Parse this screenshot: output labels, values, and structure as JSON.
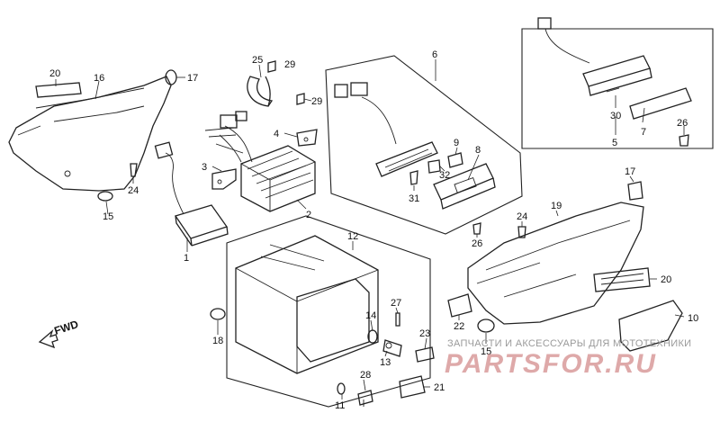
{
  "diagram": {
    "callouts": {
      "c1": "1",
      "c2": "2",
      "c3": "3",
      "c4": "4",
      "c5": "5",
      "c6": "6",
      "c7": "7",
      "c8": "8",
      "c9": "9",
      "c10": "10",
      "c11": "11",
      "c12": "12",
      "c13": "13",
      "c14": "14",
      "c15a": "15",
      "c15b": "15",
      "c16": "16",
      "c17a": "17",
      "c17b": "17",
      "c18": "18",
      "c19": "19",
      "c20a": "20",
      "c20b": "20",
      "c21": "21",
      "c22": "22",
      "c23": "23",
      "c24a": "24",
      "c24b": "24",
      "c25": "25",
      "c26a": "26",
      "c26b": "26",
      "c27": "27",
      "c28": "28",
      "c29a": "29",
      "c29b": "29",
      "c30": "30",
      "c31": "31",
      "c32": "32"
    },
    "direction_label": "FWD"
  },
  "watermark": {
    "subtitle": "ЗАПЧАСТИ И АКСЕССУАРЫ ДЛЯ МОТОТЕХНИКИ",
    "logo": "PARTSFOR.RU"
  }
}
